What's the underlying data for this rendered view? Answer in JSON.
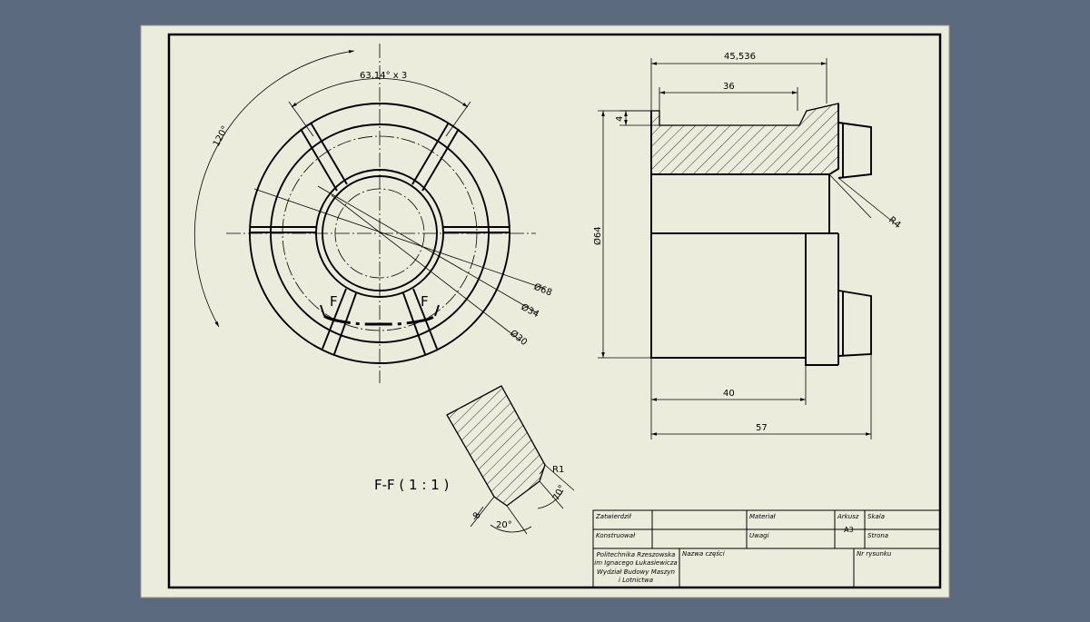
{
  "colors": {
    "background": "#5b6a7e",
    "paper": "#ececdc",
    "ink": "#000000"
  },
  "dimensions": {
    "angle_spokes": "63,14° x 3",
    "angle_120": "120°",
    "d68": "Ø68",
    "d34": "Ø34",
    "d30": "Ø30",
    "d64": "Ø64",
    "width_45": "45,536",
    "width_36": "36",
    "step_4": "4",
    "radius_r4": "R4",
    "length_40": "40",
    "length_57": "57",
    "radius_r1": "R1",
    "angle_70": "70°",
    "angle_20": "20°",
    "depth_8": "8"
  },
  "section": {
    "label_left": "F",
    "label_right": "F",
    "title": "F-F ( 1 : 1 )"
  },
  "title_block": {
    "zatwierdzil": "Zatwierdził",
    "konstruowal": "Konstruował",
    "material": "Materiał",
    "uwagi": "Uwagi",
    "arkusz": "Arkusz",
    "arkusz_value": "A3",
    "skala": "Skala",
    "strona": "Strona",
    "org_line1": "Politechnika Rzeszowska",
    "org_line2": "im Ignacego Łukasiewicza",
    "org_line3": "Wydział Budowy Maszyn",
    "org_line4": "i Lotnictwa",
    "nazwa": "Nazwa części",
    "nr": "Nr rysunku"
  }
}
